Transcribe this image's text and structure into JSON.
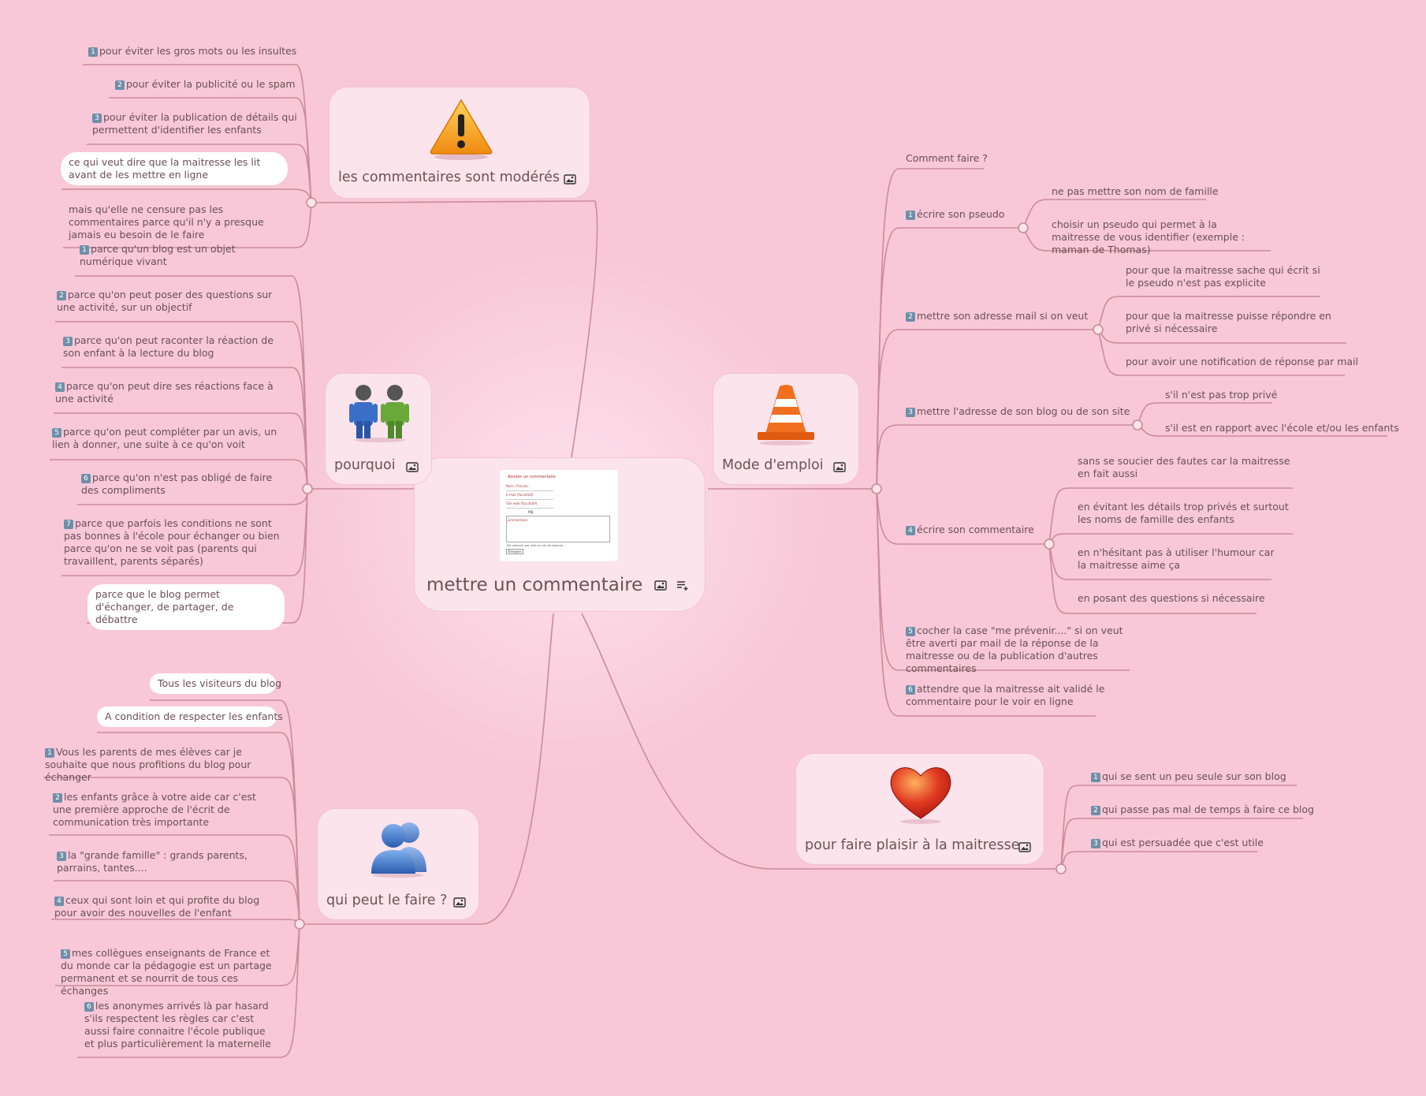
{
  "colors": {
    "background": "#f8c8d8",
    "node_fill": "#fbe4ec",
    "line": "#c98b9c",
    "text": "#6b4f57",
    "number_badge": "#6f8fa8"
  },
  "central": {
    "label": "mettre un commentaire",
    "icons": [
      "image-icon",
      "notes-icon"
    ],
    "thumbnail": {
      "title": "Ajouter un commentaire",
      "fields": [
        "Nom / Pseudo :",
        "E-mail (facultatif)",
        "Site web (facultatif)",
        "Commentaire"
      ],
      "captcha": "PBJ",
      "checkbox": "Me prévenir par mail en cas de réponse",
      "button": "Envoyer"
    }
  },
  "branches": {
    "moderes": {
      "label": "les commentaires sont modérés",
      "picture": "warning-icon",
      "children": [
        {
          "n": "1",
          "text": "pour éviter les gros mots ou les insultes"
        },
        {
          "n": "2",
          "text": "pour éviter la publicité ou le spam"
        },
        {
          "n": "3",
          "text": "pour éviter la publication de détails qui permettent d'identifier les enfants"
        },
        {
          "n": "",
          "text": "ce qui veut dire que la maitresse les lit avant de les mettre en ligne",
          "pill": true
        },
        {
          "n": "",
          "text": "mais qu'elle ne censure pas les commentaires parce qu'il n'y a presque jamais eu besoin de le faire"
        }
      ]
    },
    "pourquoi": {
      "label": "pourquoi",
      "picture": "two-people-icon",
      "children": [
        {
          "n": "1",
          "text": "parce qu'un blog est un objet numérique vivant"
        },
        {
          "n": "2",
          "text": "parce qu'on peut poser des questions sur une activité, sur un objectif"
        },
        {
          "n": "3",
          "text": "parce qu'on peut raconter la réaction de son enfant à la lecture du blog"
        },
        {
          "n": "4",
          "text": "parce qu'on peut dire ses réactions face à une activité"
        },
        {
          "n": "5",
          "text": "parce qu'on peut compléter par un avis, un lien à donner, une suite à ce qu'on voit"
        },
        {
          "n": "6",
          "text": "parce qu'on n'est pas obligé de faire des compliments"
        },
        {
          "n": "7",
          "text": "parce que parfois les conditions ne sont pas bonnes à l'école pour échanger ou bien parce qu'on ne se voit pas (parents qui travaillent, parents séparés)"
        },
        {
          "n": "",
          "text": "parce que le blog permet d'échanger, de partager, de débattre",
          "pill": true
        }
      ]
    },
    "qui": {
      "label": "qui peut le faire ?",
      "picture": "user-group-icon",
      "children": [
        {
          "n": "",
          "text": "Tous les visiteurs du blog",
          "pill": true
        },
        {
          "n": "",
          "text": "A condition de respecter les enfants",
          "pill": true
        },
        {
          "n": "1",
          "text": "Vous les parents de mes élèves car je souhaite que nous profitions du blog pour échanger"
        },
        {
          "n": "2",
          "text": "les enfants grâce à votre aide car c'est une première approche de l'écrit de communication très importante"
        },
        {
          "n": "3",
          "text": "la \"grande famille\" : grands parents, parrains, tantes...."
        },
        {
          "n": "4",
          "text": "ceux qui sont loin et qui profite du blog pour avoir des nouvelles de l'enfant"
        },
        {
          "n": "5",
          "text": "mes collègues enseignants de France et du monde car la pédagogie est un partage permanent et se nourrit de tous ces échanges"
        },
        {
          "n": "6",
          "text": "les anonymes arrivés là par hasard s'ils respectent les règles car c'est aussi faire connaitre l'école publique et plus particulièrement la maternelle"
        }
      ]
    },
    "mode": {
      "label": "Mode d'emploi",
      "picture": "traffic-cone-icon",
      "children": [
        {
          "n": "",
          "text": "Comment faire ?"
        },
        {
          "n": "1",
          "text": "écrire son pseudo",
          "sub": [
            "ne pas mettre son nom de famille",
            "choisir un pseudo qui permet à la maitresse de vous identifier (exemple : maman de Thomas)"
          ]
        },
        {
          "n": "2",
          "text": "mettre son adresse mail si on veut",
          "sub": [
            "pour que la maitresse sache qui écrit si le pseudo n'est pas explicite",
            "pour que la maitresse puisse répondre en privé si nécessaire",
            "pour avoir une notification de réponse par mail"
          ]
        },
        {
          "n": "3",
          "text": "mettre l'adresse de son blog ou de son site",
          "sub": [
            "s'il n'est pas trop privé",
            "s'il est en rapport avec l'école et/ou les enfants"
          ]
        },
        {
          "n": "4",
          "text": "écrire son commentaire",
          "sub": [
            "sans se soucier des fautes car la maitresse en fait aussi",
            "en évitant les détails trop privés et surtout les noms de famille des enfants",
            "en n'hésitant pas à utiliser l'humour car la maitresse aime ça",
            "en posant des questions si nécessaire"
          ]
        },
        {
          "n": "5",
          "text": "cocher la case \"me prévenir....\" si on veut être averti par mail de la réponse de la maitresse ou de la publication d'autres commentaires"
        },
        {
          "n": "6",
          "text": "attendre que la maitresse ait validé le commentaire pour le voir en ligne"
        }
      ]
    },
    "plaisir": {
      "label": "pour faire plaisir à la maitresse",
      "picture": "heart-icon",
      "children": [
        {
          "n": "1",
          "text": "qui se sent un peu seule sur son blog"
        },
        {
          "n": "2",
          "text": "qui passe pas mal de temps à faire ce blog"
        },
        {
          "n": "3",
          "text": "qui est persuadée que c'est utile"
        }
      ]
    }
  }
}
